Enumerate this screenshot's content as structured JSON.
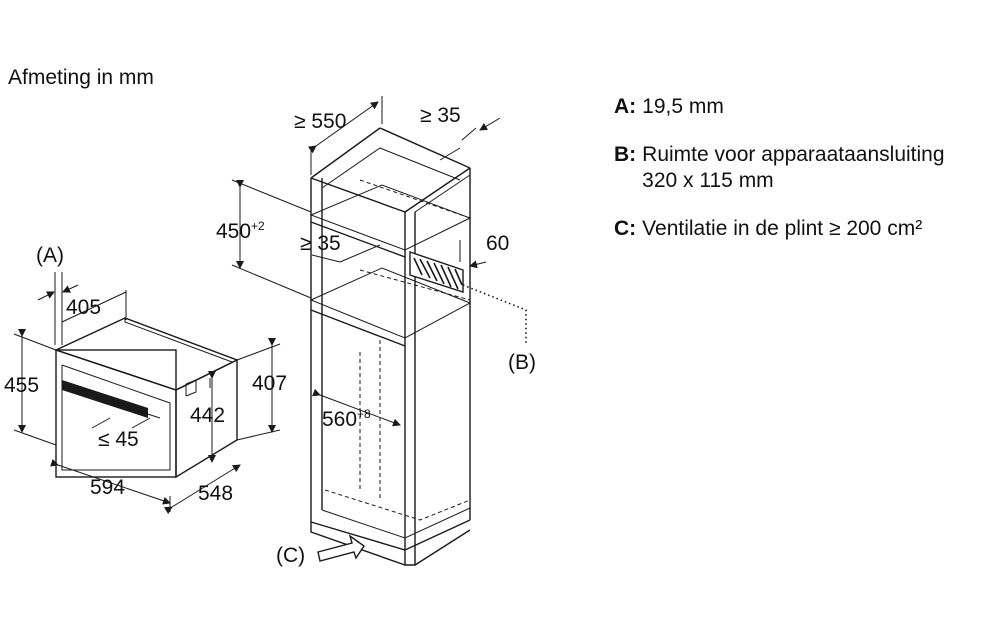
{
  "title": "Afmeting in mm",
  "legend": [
    {
      "key": "A:",
      "text": "19,5 mm",
      "text2": ""
    },
    {
      "key": "B:",
      "text": "Ruimte voor apparaataansluiting",
      "text2": "320 x 115 mm"
    },
    {
      "key": "C:",
      "text": "Ventilatie in de plint ≥ 200 cm²",
      "text2": ""
    }
  ],
  "oven_labels": {
    "a_marker": "(A)",
    "depth_top": "405",
    "height_total": "455",
    "height_right": "407",
    "height_inner": "442",
    "panel": "≤ 45",
    "width": "594",
    "depth": "548"
  },
  "cabinet_labels": {
    "depth": "≥ 550",
    "rear_gap": "≥ 35",
    "shelf_height": "450",
    "shelf_height_tol": "+2",
    "shelf_gap": "≥ 35",
    "opening_depth": "60",
    "niche_width": "560",
    "niche_width_tol": "+8",
    "b_marker": "(B)",
    "c_marker": "(C)"
  }
}
